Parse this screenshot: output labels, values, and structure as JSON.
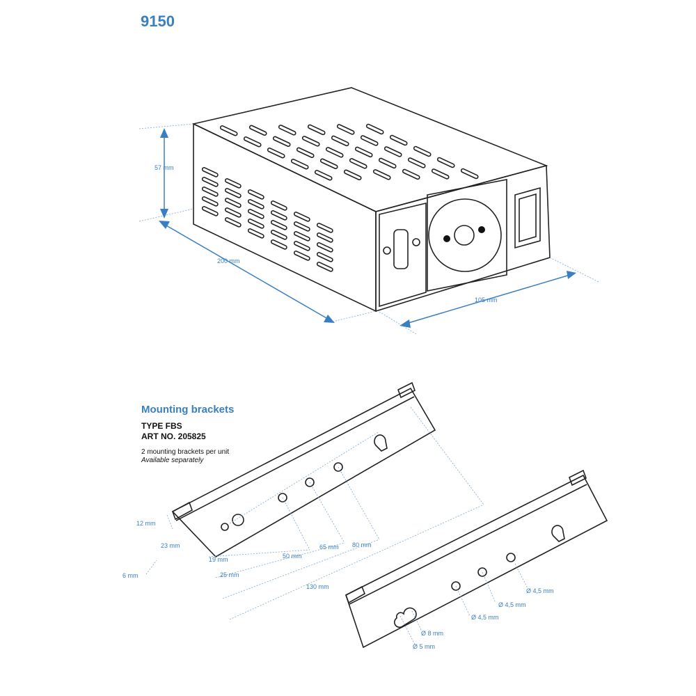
{
  "title": "9150",
  "box_dimensions": {
    "height": "57 mm",
    "length": "200 mm",
    "width": "105 mm"
  },
  "brackets": {
    "heading": "Mounting brackets",
    "type": "TYPE FBS",
    "art_no": "ART NO. 205825",
    "per_unit": "2 mounting brackets per unit",
    "availability": "Available separately",
    "dims": [
      "12 mm",
      "23 mm",
      "6 mm",
      "19 mm",
      "25 mm",
      "50 mm",
      "65 mm",
      "80 mm",
      "130 mm"
    ],
    "holes": [
      "Ø 4,5 mm",
      "Ø 4,5 mm",
      "Ø 4,5 mm",
      "Ø 8 mm",
      "Ø 5 mm"
    ]
  },
  "colors": {
    "accent": "#3a7fc1"
  }
}
